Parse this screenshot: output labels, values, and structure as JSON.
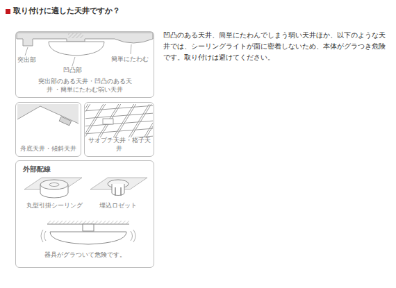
{
  "diagram": {
    "title": "取り付けに適した天井ですか？",
    "nodes": [
      {
        "text": [
          "突出部のある天井・凹凸のある天井 ・簡単にたわむ弱い天井"
        ]
      },
      {
        "text": [
          "舟底天井・傾斜天井"
        ]
      },
      {
        "text": [
          "サオブチ天井・格子天井"
        ]
      },
      {
        "text": [
          "外部配線"
        ]
      }
    ],
    "labels": [
      "凹凸のある天井、簡単にたわんでしまう弱い天井ほか、以下のような天井では、シーリングライトが面に密着しないため、本体がグラつき危険です。取り付けは避けてください。",
      "突出部",
      "凹凸部",
      "簡単にたわむ",
      "丸型引掛シーリング",
      "埋込ロゼット",
      "器具がグラついて危険です。"
    ]
  }
}
